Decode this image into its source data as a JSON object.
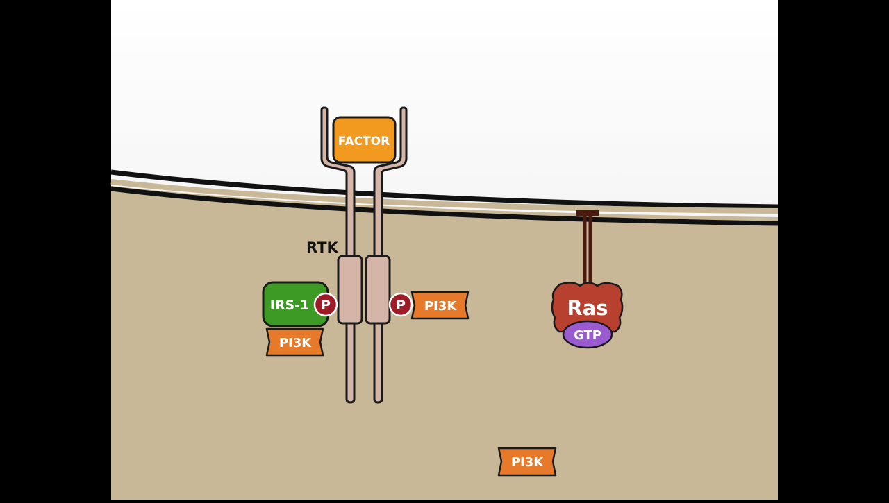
{
  "labels": {
    "factor": "FACTOR",
    "receptor": "RTK",
    "irs": "IRS-1",
    "phospho_left": "P",
    "phospho_right": "P",
    "pi3k_below_irs": "PI3K",
    "pi3k_bound_rtk": "PI3K",
    "pi3k_free": "PI3K",
    "ras": "Ras",
    "gtp": "GTP"
  },
  "colors": {
    "background_letterbox": "#000000",
    "extracellular": "#f2f2f2",
    "cytoplasm": "#c8b898",
    "membrane": "#111111",
    "receptor_fill": "#d4b5a8",
    "factor": "#f29a1f",
    "irs": "#3d9a24",
    "pi3k": "#e67a2a",
    "phospho": "#9e1b28",
    "ras": "#b8402f",
    "gtp": "#9a5bd0",
    "anchor": "#4a1a10"
  }
}
